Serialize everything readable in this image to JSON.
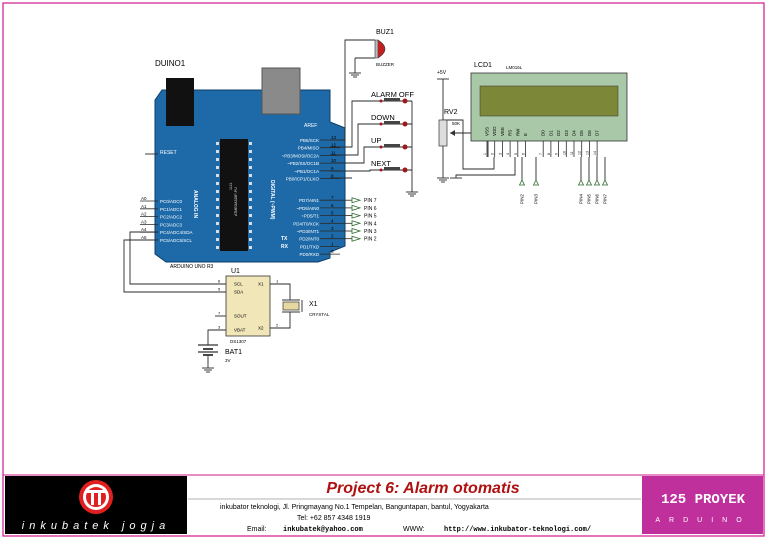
{
  "schematic": {
    "arduino": {
      "ref": "DUINO1",
      "model": "ARDUINO UNO R3",
      "analog_in": "ANALOG IN",
      "digital": "DIGITAL (~PWM)",
      "tx": "TX",
      "rx": "RX",
      "aref": "AREF",
      "reset": "RESET",
      "chip_label": "ATMEGA328P-PU",
      "chip_number": "1121",
      "digital_pins": [
        {
          "name": "PB5/SCK",
          "num": "13"
        },
        {
          "name": "PB4/MISO",
          "num": "12"
        },
        {
          "name": "~PB3/MOSI/OC2A",
          "num": "11"
        },
        {
          "name": "~PB2/SS/OC1B",
          "num": "10"
        },
        {
          "name": "~PB1/OC1A",
          "num": "9"
        },
        {
          "name": "PB0/ICP1/CLKO",
          "num": "8"
        },
        {
          "name": "PD7/AIN1",
          "num": "7"
        },
        {
          "name": "~PD6/AIN0",
          "num": "6"
        },
        {
          "name": "~PD5/T1",
          "num": "5"
        },
        {
          "name": "PD4/T0/XCK",
          "num": "4"
        },
        {
          "name": "~PD3/INT1",
          "num": "3"
        },
        {
          "name": "PD2/INT0",
          "num": "2"
        },
        {
          "name": "PD1/TXD",
          "num": "1"
        },
        {
          "name": "PD0/RXD",
          "num": "0"
        }
      ],
      "analog_pins": [
        {
          "pin": "A0",
          "name": "PC0/ADC0"
        },
        {
          "pin": "A1",
          "name": "PC1/ADC1"
        },
        {
          "pin": "A2",
          "name": "PC2/ADC2"
        },
        {
          "pin": "A3",
          "name": "PC3/ADC3"
        },
        {
          "pin": "A4",
          "name": "PC4/ADC4/SDA"
        },
        {
          "pin": "A5",
          "name": "PC5/ADC5/SCL"
        }
      ]
    },
    "pin_labels": [
      "PIN 7",
      "PIN 6",
      "PIN 5",
      "PIN 4",
      "PIN 3",
      "PIN 2"
    ],
    "buzzer": {
      "ref": "BUZ1",
      "name": "BUZZER"
    },
    "buttons": [
      "ALARM OFF",
      "DOWN",
      "UP",
      "NEXT"
    ],
    "rv2": {
      "ref": "RV2",
      "value": "50K",
      "supply": "+5V"
    },
    "lcd": {
      "ref": "LCD1",
      "model": "LM016L",
      "pins": [
        "VSS",
        "VDD",
        "VEE",
        "RS",
        "RW",
        "E",
        "D0",
        "D1",
        "D2",
        "D3",
        "D4",
        "D5",
        "D6",
        "D7"
      ],
      "pin_numbers": [
        "1",
        "2",
        "3",
        "4",
        "5",
        "6",
        "7",
        "8",
        "9",
        "10",
        "11",
        "12",
        "13",
        "14"
      ],
      "bottom_labels": [
        "PIN2",
        "PIN3",
        "PIN4",
        "PIN5",
        "PIN6",
        "PIN7"
      ]
    },
    "rtc": {
      "ref": "U1",
      "model": "DS1307",
      "pins": [
        "SCL",
        "SDA",
        "SOUT",
        "VBAT",
        "X1",
        "X2"
      ],
      "pin_numbers": [
        "6",
        "5",
        "7",
        "3",
        "1",
        "2"
      ]
    },
    "crystal": {
      "ref": "X1",
      "name": "CRYSTAL"
    },
    "battery": {
      "ref": "BAT1",
      "value": "3V"
    }
  },
  "footer": {
    "brand": "inkubatek jogja",
    "title": "Project 6: Alarm otomatis",
    "address": "inkubator teknologi, Jl. Pringmayang No.1 Tempelan, Banguntapan, bantul, Yogyakarta",
    "tel": "Tel: +62 857 4348 1919",
    "email_label": "Email:",
    "email": "inkubatek@yahoo.com",
    "www_label": "WWW:",
    "url": "http://www.inkubator-teknologi.com/",
    "badge_title": "125 PROYEK",
    "badge_sub": "ARDUINO"
  },
  "colors": {
    "board": "#1e6aa8",
    "wire": "#2a2a2a",
    "pin_red": "#a01818",
    "title_red": "#b01010",
    "footer_black": "#000000",
    "badge_magenta": "#c0309c",
    "lcd_screen": "#7c8838",
    "lcd_body": "#a8c8a8"
  }
}
